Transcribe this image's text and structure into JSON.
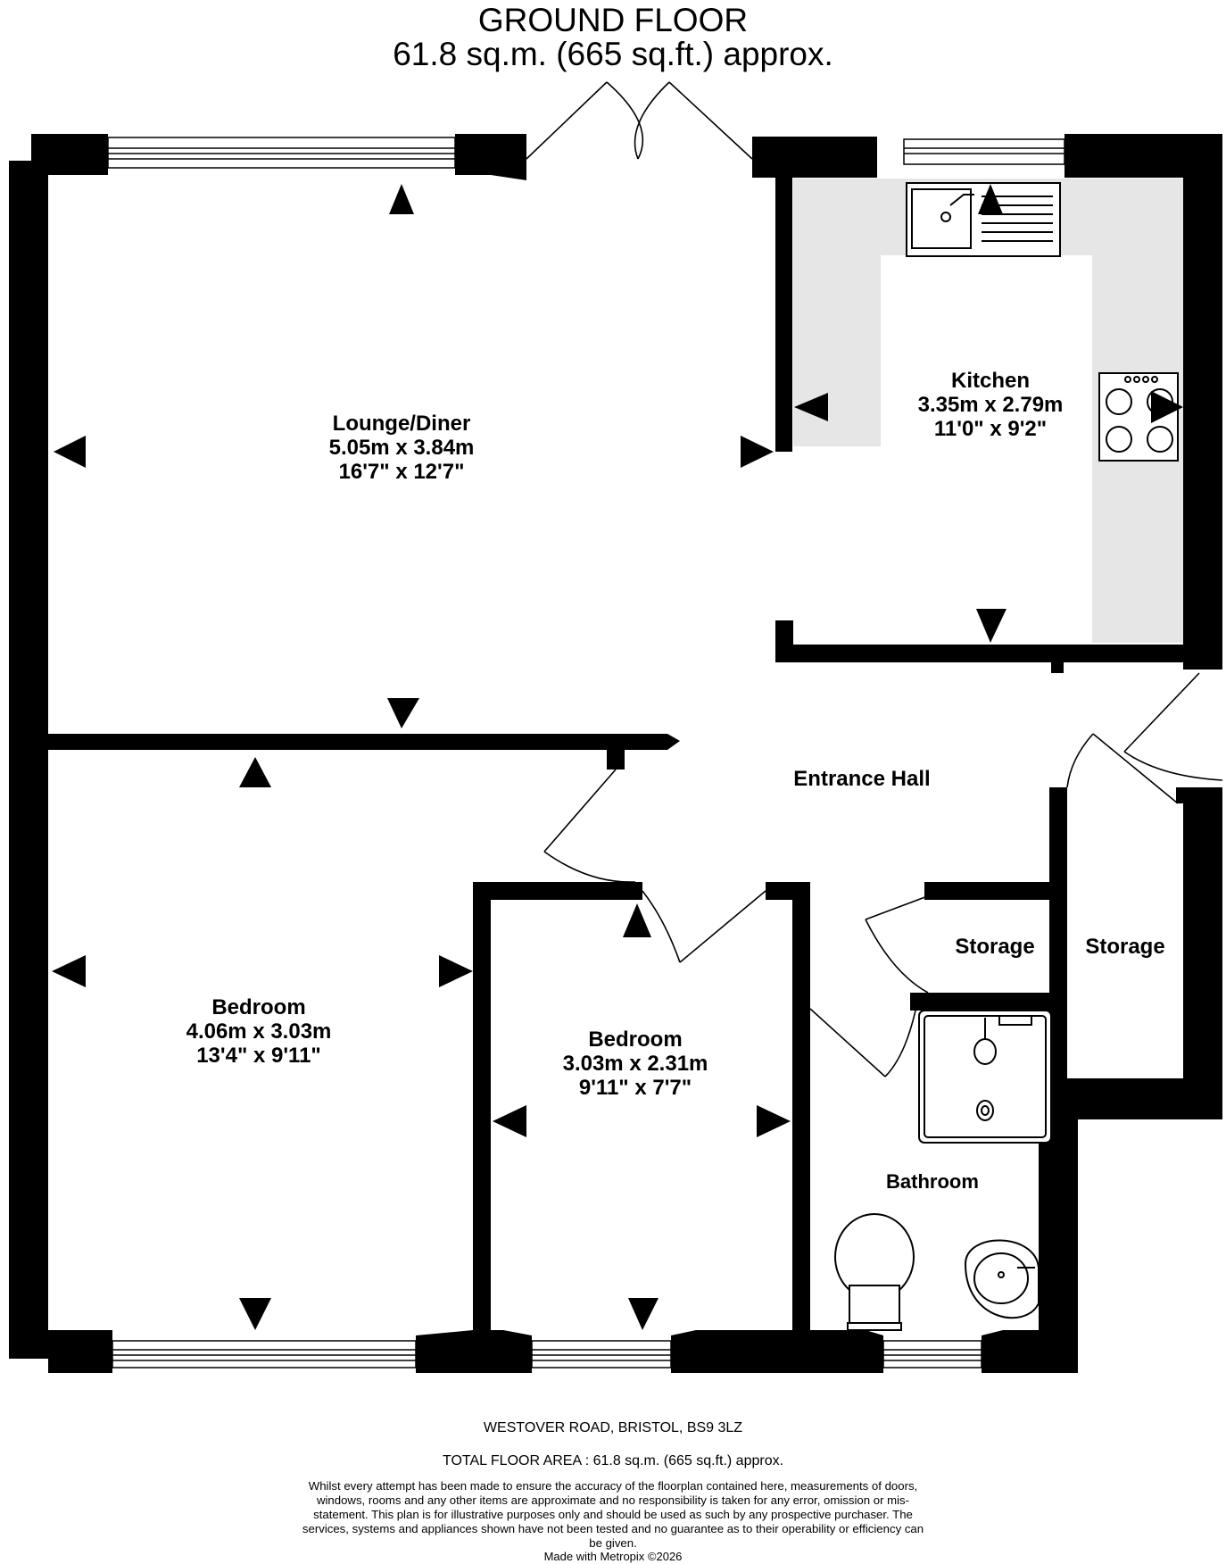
{
  "heading": {
    "floor": "GROUND FLOOR",
    "area": "61.8 sq.m. (665 sq.ft.) approx."
  },
  "rooms": {
    "lounge": {
      "name": "Lounge/Diner",
      "metric": "5.05m  x 3.84m",
      "imperial": "16'7\"  x 12'7\""
    },
    "kitchen": {
      "name": "Kitchen",
      "metric": "3.35m  x 2.79m",
      "imperial": "11'0\"  x 9'2\""
    },
    "hall": {
      "name": "Entrance Hall"
    },
    "bedroom1": {
      "name": "Bedroom",
      "metric": "4.06m  x 3.03m",
      "imperial": "13'4\"  x 9'11\""
    },
    "bedroom2": {
      "name": "Bedroom",
      "metric": "3.03m  x 2.31m",
      "imperial": "9'11\"  x 7'7\""
    },
    "storage1": {
      "name": "Storage"
    },
    "storage2": {
      "name": "Storage"
    },
    "bathroom": {
      "name": "Bathroom"
    }
  },
  "footer": {
    "address": "WESTOVER ROAD, BRISTOL, BS9 3LZ",
    "total_area": "TOTAL FLOOR AREA : 61.8 sq.m. (665 sq.ft.) approx.",
    "disclaimer": "Whilst every attempt has been made to ensure the accuracy of the floorplan contained here, measurements of doors, windows, rooms and any other items are approximate and no responsibility is taken for any error, omission or mis-statement. This plan is for illustrative purposes only and should be used as such by any prospective purchaser. The services, systems and appliances shown have not been tested and no guarantee as to their operability or efficiency can be given.",
    "credit": "Made with Metropix ©2026"
  },
  "colors": {
    "wall": "#000000",
    "worktop": "#e6e6e6",
    "background": "#ffffff"
  }
}
